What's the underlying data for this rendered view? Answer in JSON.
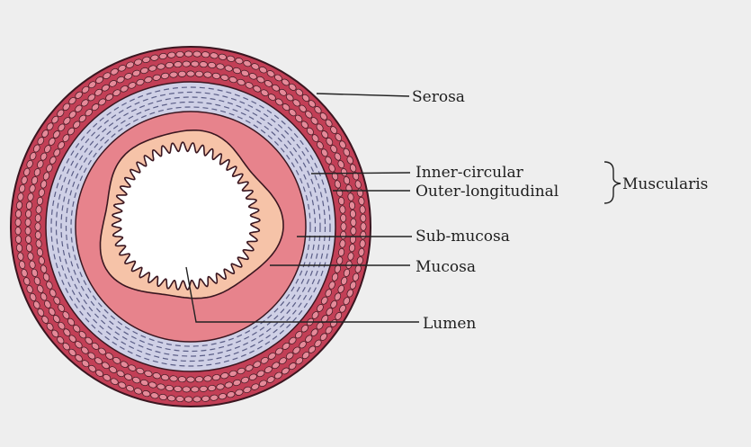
{
  "colors": {
    "background": "#eeeeee",
    "serosa_fill": "#c23f56",
    "serosa_cell": "#e58a99",
    "muscle_fill": "#cfd0e6",
    "muscle_dash": "#5a5d86",
    "submucosa_fill": "#e7838c",
    "mucosa_fill": "#f6c3a8",
    "lumen_fill": "#ffffff",
    "outline": "#3a1620"
  },
  "labels": {
    "serosa": "Serosa",
    "inner_circular": "Inner-circular",
    "outer_longitudinal": "Outer-longitudinal",
    "muscularis": "Muscularis",
    "sub_mucosa": "Sub-mucosa",
    "mucosa": "Mucosa",
    "lumen": "Lumen"
  }
}
